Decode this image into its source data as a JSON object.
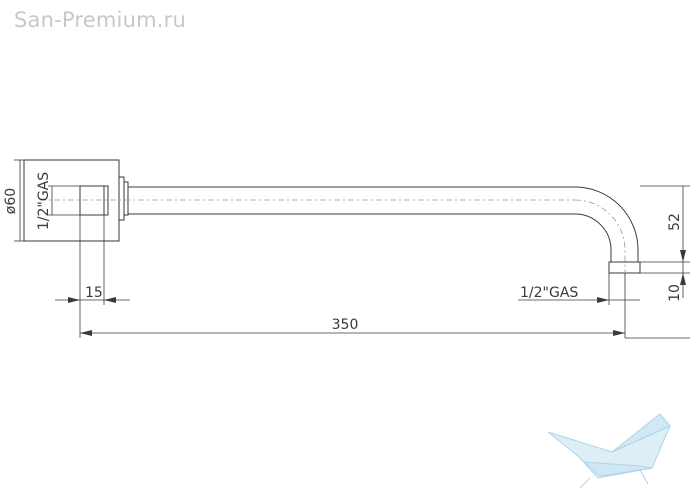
{
  "watermark": {
    "site": "San-Premium.ru",
    "logo_icon": "bathtub-logo-icon",
    "logo_color": "#b9dcef"
  },
  "drawing": {
    "line_color": "#3a3a3a",
    "flange_diameter": "ø60",
    "inlet_thread": "1/2\"GAS",
    "outlet_thread": "1/2\"GAS",
    "wall_depth": "15",
    "arm_length": "350",
    "drop_height": "52",
    "outlet_length": "10"
  }
}
